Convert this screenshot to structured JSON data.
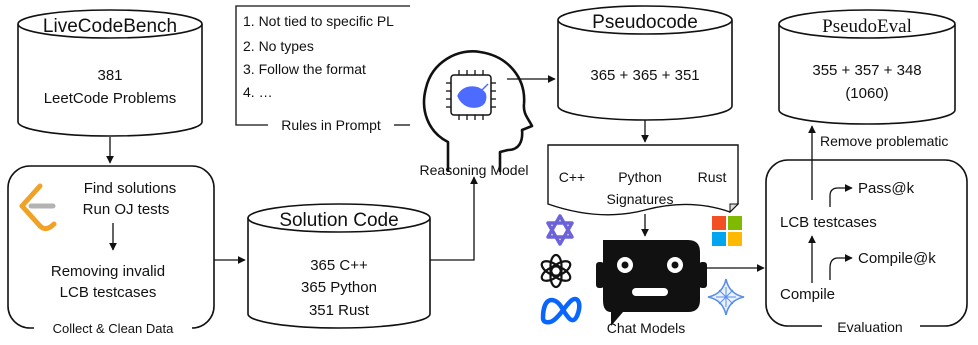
{
  "livecodebench": {
    "title": "LiveCodeBench",
    "count": "381",
    "subtitle": "LeetCode Problems"
  },
  "collect": {
    "find": "Find solutions",
    "run": "Run OJ tests",
    "remove1": "Removing invalid",
    "remove2": "LCB testcases",
    "label": "Collect & Clean Data"
  },
  "solution_code": {
    "title": "Solution Code",
    "cpp": "365 C++",
    "python": "365 Python",
    "rust": "351 Rust"
  },
  "rules": {
    "items": [
      "1.   Not tied to specific PL",
      "2.   No types",
      "3.   Follow the format",
      "4.   …"
    ],
    "label": "Rules in Prompt"
  },
  "reasoning_model": {
    "label": "Reasoning Model"
  },
  "pseudocode": {
    "title": "Pseudocode",
    "counts": "365 + 365 + 351"
  },
  "signatures": {
    "cpp": "C++",
    "python": "Python",
    "rust": "Rust",
    "label": "Signatures"
  },
  "chat_models": {
    "label": "Chat Models"
  },
  "pseudoeval": {
    "title": "PseudoEval",
    "counts": "355 + 357 + 348",
    "total": "(1060)"
  },
  "remove_problematic": "Remove problematic",
  "evaluation": {
    "pass": "Pass@k",
    "lcb": "LCB  testcases",
    "compile_k": "Compile@k",
    "compile": "Compile",
    "label": "Evaluation"
  },
  "colors": {
    "meta_blue": "#0866ff",
    "ms_red": "#f25022",
    "ms_green": "#7fba00",
    "ms_blue": "#00a4ef",
    "ms_yellow": "#ffb900",
    "lc_orange": "#f0a226",
    "gemini_blue": "#5a8ee8",
    "claude_purple": "#6c63d8"
  }
}
